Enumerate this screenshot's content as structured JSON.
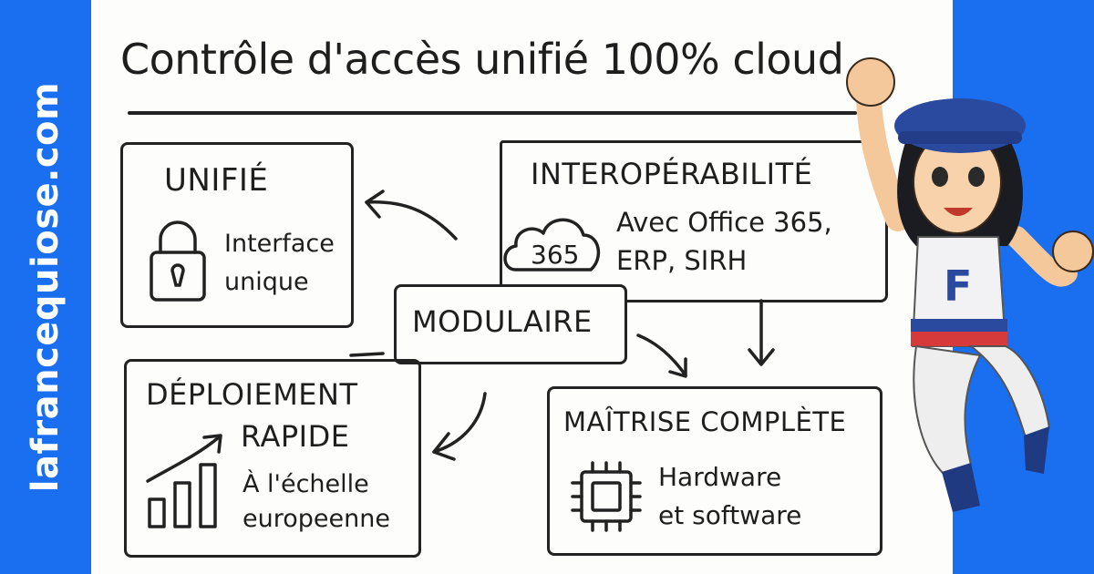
{
  "side": {
    "domain": "lafrancequiose.com"
  },
  "title": "Contrôle d'accès unifié 100% cloud",
  "boxes": {
    "unifie": {
      "label": "UNIFIÉ",
      "line1": "Interface",
      "line2": "unique",
      "icon": "padlock-icon"
    },
    "interop": {
      "label": "INTEROPÉRABILITÉ",
      "badge": "365",
      "line1": "Avec Office 365,",
      "line2": "ERP, SIRH",
      "icon": "cloud-icon"
    },
    "modulaire": {
      "label": "MODULAIRE"
    },
    "deploiement": {
      "label1": "DÉPLOIEMENT",
      "label2": "RAPIDE",
      "line1": "À l'échelle",
      "line2": "europeenne",
      "icon": "growth-chart-icon"
    },
    "maitrise": {
      "label": "MAÎTRISE COMPLÈTE",
      "line1": "Hardware",
      "line2": "et software",
      "icon": "chip-icon"
    }
  },
  "mascot": {
    "shirt_letter": "F",
    "icon": "superhero-mascot"
  },
  "colors": {
    "brand_blue": "#1a6ef0",
    "ink": "#1e1e1e",
    "board": "#fdfdfc"
  }
}
